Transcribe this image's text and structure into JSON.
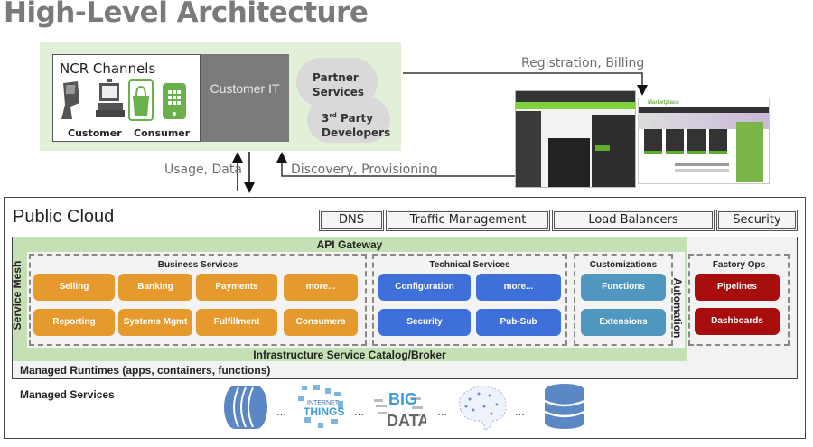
{
  "title": "High-Level Architecture",
  "top": {
    "ncr_channels": {
      "title": "NCR Channels",
      "labels": [
        "Customer",
        "Consumer"
      ],
      "icons": [
        "kiosk-icon",
        "pos-terminal-icon",
        "shopping-bag-tablet-icon",
        "tablet-app-icon"
      ]
    },
    "customer_it": "Customer IT",
    "partner_services": "Partner Services",
    "third_party": {
      "prefix": "3",
      "sup": "rd",
      "rest": " Party",
      "line2": "Developers"
    },
    "arrows": {
      "registration": "Registration, Billing",
      "usage": "Usage, Data",
      "discovery": "Discovery, Provisioning"
    },
    "marketplace_title": "Marketplace"
  },
  "public_cloud": {
    "title": "Public Cloud",
    "top_cells": [
      "DNS",
      "Traffic Management",
      "Load Balancers",
      "Security"
    ],
    "api_gateway": "API Gateway",
    "service_mesh": "Service Mesh",
    "automation": "Automation",
    "infra_catalog": "Infrastructure Service Catalog/Broker",
    "managed_runtimes": "Managed Runtimes (apps, containers, functions)",
    "managed_services": "Managed Services",
    "managed_services_icons": [
      "storage-cylinder-icon",
      "internet-of-things-icon",
      "big-data-icon",
      "brain-ai-icon",
      "database-icon"
    ],
    "ellipsis": "...",
    "groups": {
      "business": {
        "title": "Business Services",
        "items": [
          "Selling",
          "Banking",
          "Payments",
          "more...",
          "Reporting",
          "Systems Mgmt",
          "Fulfillment",
          "Consumers"
        ]
      },
      "technical": {
        "title": "Technical Services",
        "items": [
          "Configuration",
          "more...",
          "Security",
          "Pub-Sub"
        ]
      },
      "custom": {
        "title": "Customizations",
        "items": [
          "Functions",
          "Extensions"
        ]
      },
      "factory": {
        "title": "Factory Ops",
        "items": [
          "Pipelines",
          "Dashboards"
        ]
      }
    }
  },
  "colors": {
    "business": "#e69a2e",
    "technical": "#3f6fd8",
    "custom": "#4f97bf",
    "factory": "#a80d0d",
    "green_area": "#c5e0b4",
    "top_green": "#e2f0d9"
  }
}
